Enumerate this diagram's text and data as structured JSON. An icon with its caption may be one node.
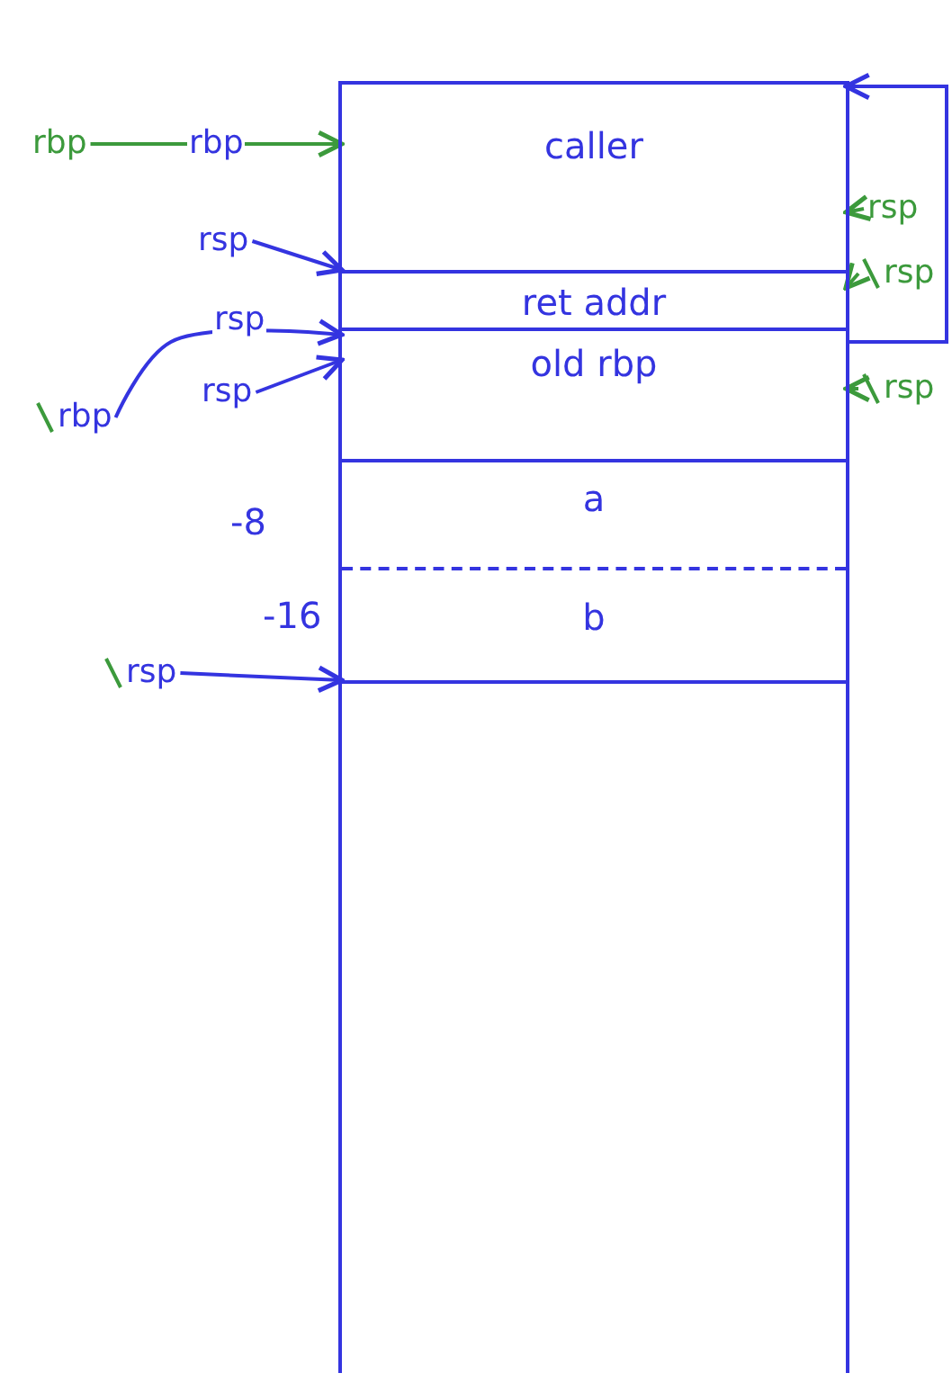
{
  "diagram": {
    "nodes": [
      {
        "text": [],
        "shape": "box"
      },
      {
        "text": [
          "caller"
        ],
        "in": 0
      },
      {
        "text": [
          "ret addr"
        ],
        "in": 0
      },
      {
        "text": [
          "old rbp"
        ],
        "in": 0
      },
      {
        "text": [
          "a"
        ],
        "in": 0
      },
      {
        "text": [
          "b"
        ],
        "in": 0
      },
      {
        "text": [
          "rbp"
        ]
      },
      {
        "text": [
          "rsp"
        ]
      },
      {
        "text": [
          "rbp"
        ]
      },
      {
        "text": [
          "rsp"
        ]
      },
      {
        "text": [
          "rsp"
        ]
      },
      {
        "text": [
          "rsp"
        ]
      },
      {
        "text": [
          "rsp"
        ]
      },
      {
        "text": [
          "rsp"
        ]
      }
    ],
    "edges": [
      {
        "from": 6,
        "to": 1,
        "arrow": "to",
        "label": "rbp",
        "color": "#3c9a3c"
      },
      {
        "from": 7,
        "to": 2,
        "arrow": "to"
      },
      {
        "from": 8,
        "to": 3,
        "arrow": "to",
        "label": "rsp"
      },
      {
        "from": 9,
        "to": 3,
        "arrow": "to"
      },
      {
        "from": 10,
        "to": 5,
        "arrow": "to"
      },
      {
        "from": 11,
        "to": 1,
        "arrow": "to",
        "color": "#3c9a3c"
      },
      {
        "from": 12,
        "to": 2,
        "arrow": "to",
        "color": "#3c9a3c"
      },
      {
        "from": 13,
        "to": 3,
        "arrow": "to",
        "color": "#3c9a3c"
      },
      {
        "from": 3,
        "to": 1,
        "arrow": "to"
      }
    ],
    "labels": [
      "-8",
      "-16"
    ]
  }
}
